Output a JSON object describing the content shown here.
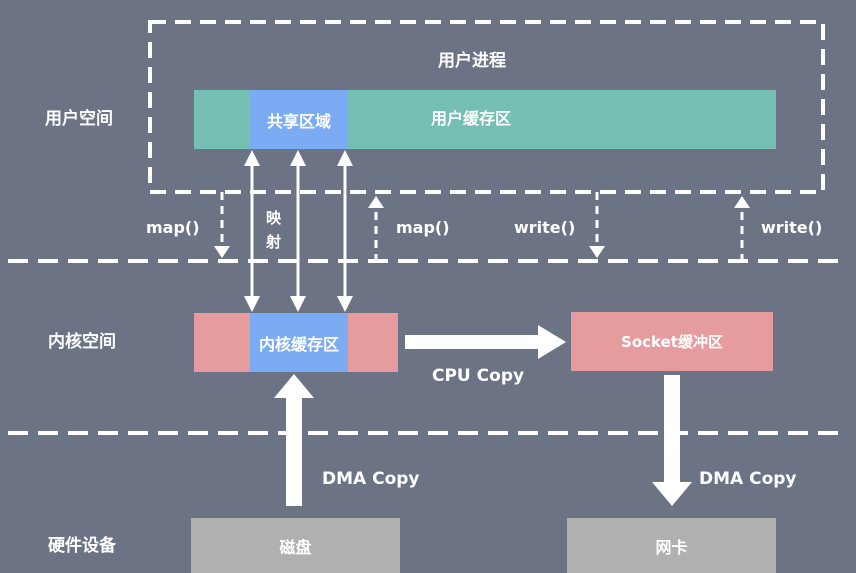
{
  "colors": {
    "background": "#6b7384",
    "teal": "#76bfb4",
    "blue": "#7aabf3",
    "pink": "#e69c9e",
    "gray": "#b0b0b0",
    "white": "#ffffff"
  },
  "layers": {
    "user_space": "用户空间",
    "kernel_space": "内核空间",
    "hardware": "硬件设备"
  },
  "user_process": {
    "title": "用户进程",
    "shared_region": "共享区域",
    "user_buffer": "用户缓存区"
  },
  "kernel": {
    "kernel_buffer": "内核缓存区",
    "socket_buffer": "Socket缓冲区"
  },
  "hardware": {
    "disk": "磁盘",
    "nic": "网卡"
  },
  "labels": {
    "map_left": "map()",
    "map_right": "map()",
    "mapping_char1": "映",
    "mapping_char2": "射",
    "write_left": "write()",
    "write_right": "write()",
    "cpu_copy": "CPU Copy",
    "dma_copy_left": "DMA Copy",
    "dma_copy_right": "DMA Copy"
  }
}
